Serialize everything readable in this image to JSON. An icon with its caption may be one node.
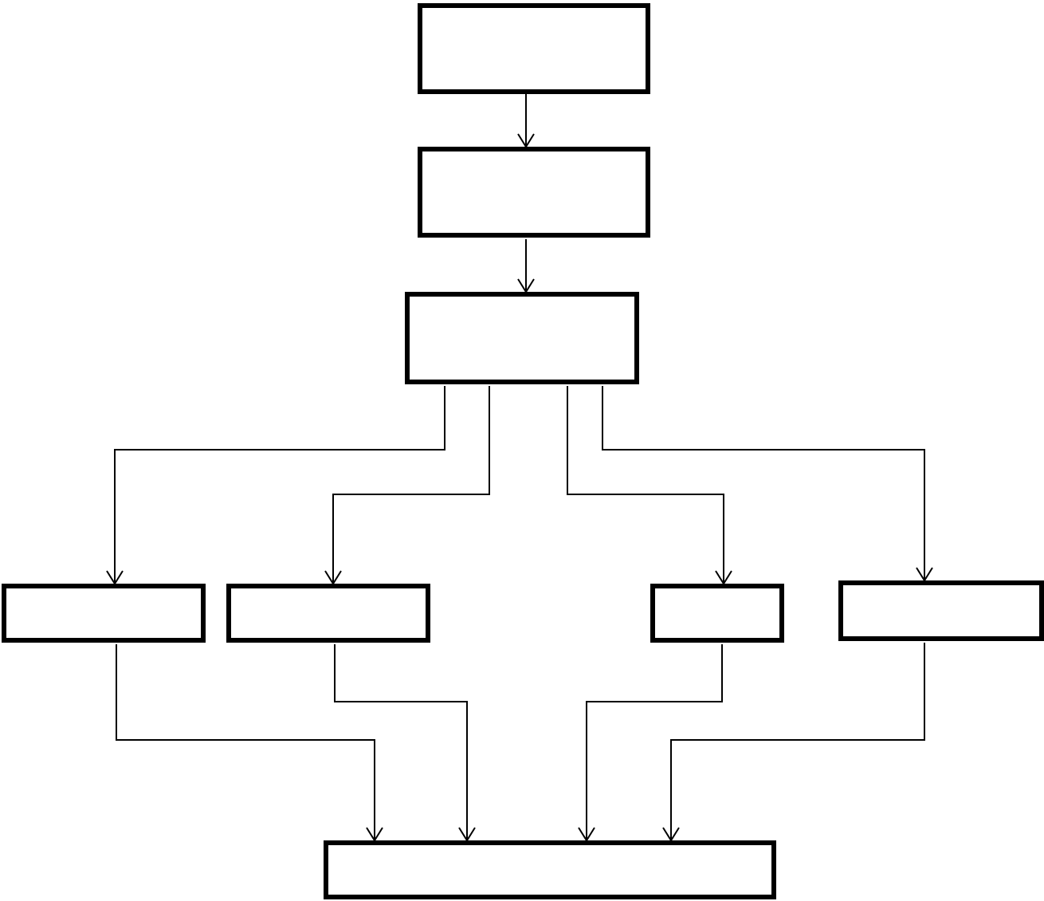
{
  "diagram": {
    "nodes": [
      {
        "text": [],
        "shape": "box"
      },
      {
        "text": [],
        "shape": "box"
      },
      {
        "text": [],
        "shape": "box"
      },
      {
        "text": [],
        "shape": "box"
      },
      {
        "text": [],
        "shape": "box"
      },
      {
        "text": [],
        "shape": "box"
      },
      {
        "text": [],
        "shape": "box"
      },
      {
        "text": [],
        "shape": "box"
      }
    ],
    "edges": [
      {
        "from": 0,
        "to": 1,
        "arrow": "to"
      },
      {
        "from": 1,
        "to": 2,
        "arrow": "to"
      },
      {
        "from": 2,
        "to": 3,
        "arrow": "to"
      },
      {
        "from": 2,
        "to": 4,
        "arrow": "to"
      },
      {
        "from": 2,
        "to": 5,
        "arrow": "to"
      },
      {
        "from": 2,
        "to": 6,
        "arrow": "to"
      },
      {
        "from": 3,
        "to": 7,
        "arrow": "to"
      },
      {
        "from": 4,
        "to": 7,
        "arrow": "to"
      },
      {
        "from": 5,
        "to": 7,
        "arrow": "to"
      },
      {
        "from": 6,
        "to": 7,
        "arrow": "to"
      }
    ]
  }
}
